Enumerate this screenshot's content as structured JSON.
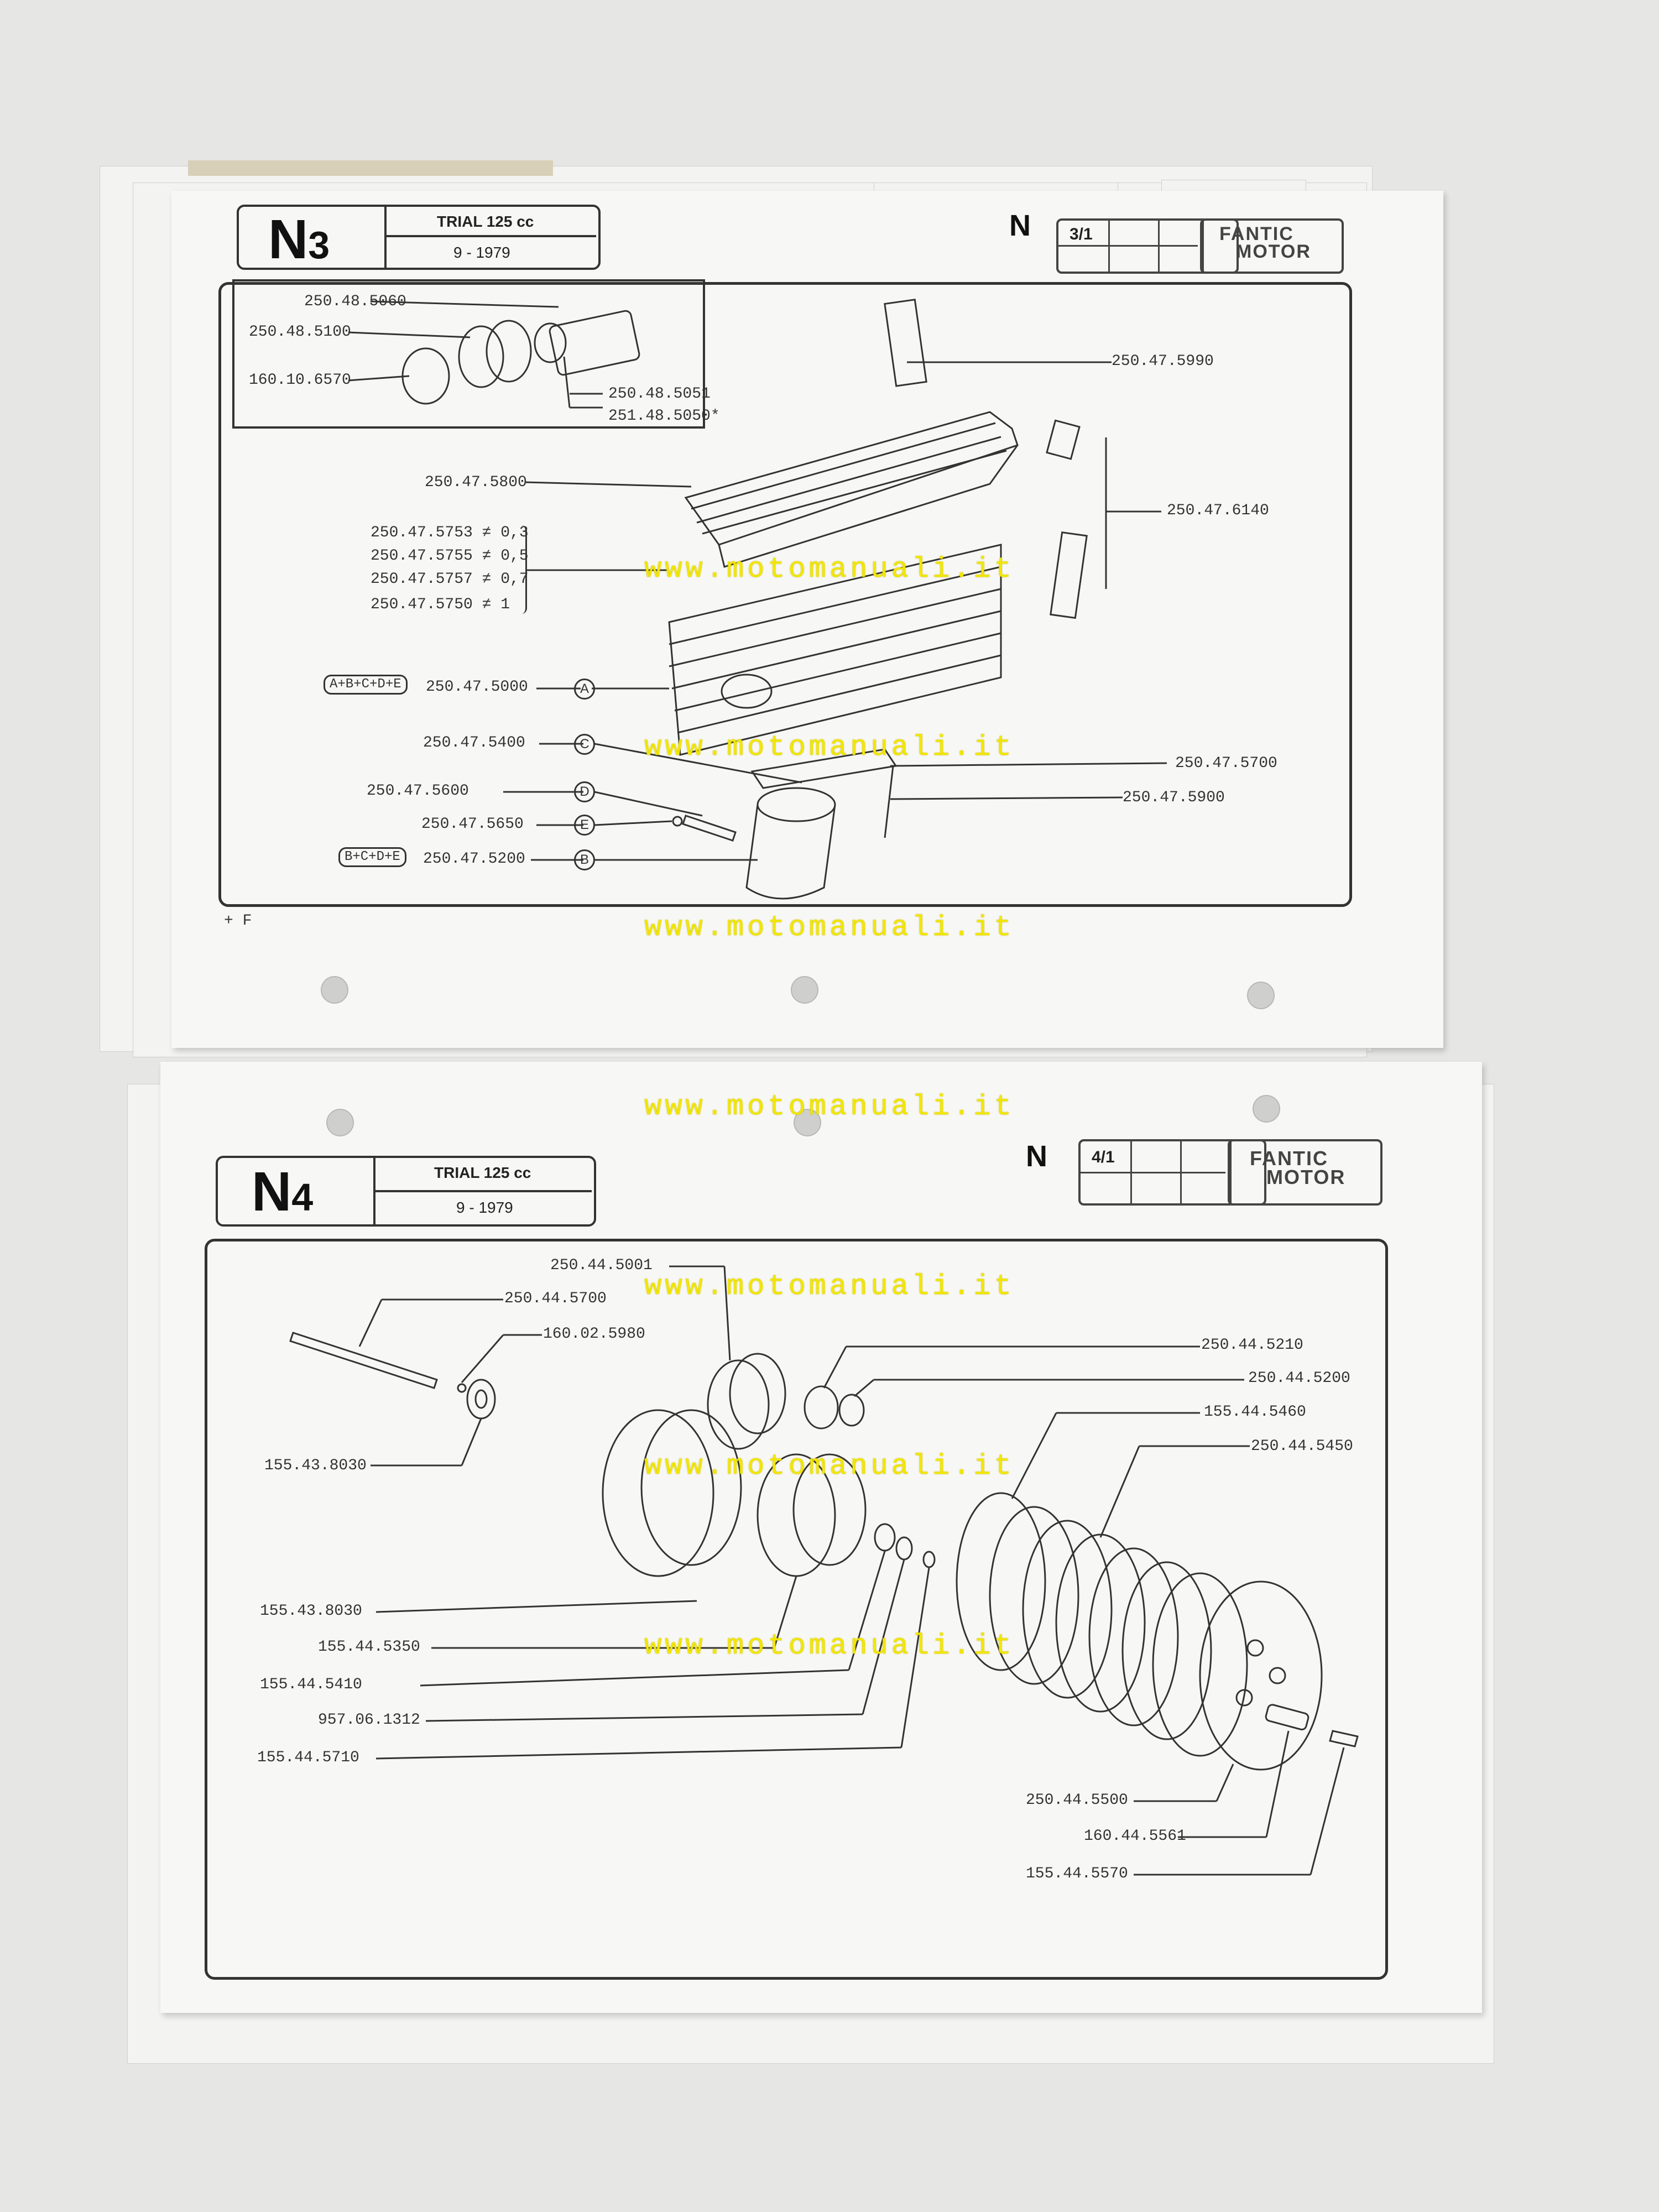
{
  "watermark": "www.motomanuali.it",
  "page_n3": {
    "code_letter": "N",
    "code_number": "3",
    "model": "TRIAL 125 cc",
    "date": "9 - 1979",
    "section_letter": "N",
    "table_first_cell": "3/1",
    "brand_top": "FANTIC",
    "brand_bottom": "MOTOR",
    "footer_mark": "+ F",
    "inset_labels": [
      "250.48.5060",
      "250.48.5100",
      "160.10.6570",
      "250.48.5051",
      "251.48.5050*"
    ],
    "labels": {
      "p5990": "250.47.5990",
      "p5800": "250.47.5800",
      "p6140": "250.47.6140",
      "p5753": "250.47.5753 ≠ 0,3",
      "p5755": "250.47.5755 ≠ 0,5",
      "p5757": "250.47.5757 ≠ 0,7",
      "p5750": "250.47.5750 ≠ 1",
      "p5000": "250.47.5000",
      "p5400": "250.47.5400",
      "p5600": "250.47.5600",
      "p5650": "250.47.5650",
      "p5200": "250.47.5200",
      "p5700": "250.47.5700",
      "p5900": "250.47.5900"
    },
    "group_a": "A+B+C+D+E",
    "group_b": "B+C+D+E",
    "circles": [
      "A",
      "C",
      "D",
      "E",
      "B"
    ]
  },
  "page_n4": {
    "code_letter": "N",
    "code_number": "4",
    "model": "TRIAL 125 cc",
    "date": "9 - 1979",
    "section_letter": "N",
    "table_first_cell": "4/1",
    "brand_top": "FANTIC",
    "brand_bottom": "MOTOR",
    "labels": {
      "p5001": "250.44.5001",
      "p5700": "250.44.5700",
      "p5980": "160.02.5980",
      "p8030a": "155.43.8030",
      "p5210": "250.44.5210",
      "p5200": "250.44.5200",
      "p5460": "155.44.5460",
      "p5450": "250.44.5450",
      "p8030b": "155.43.8030",
      "p5350": "155.44.5350",
      "p5410": "155.44.5410",
      "p1312": "957.06.1312",
      "p5710": "155.44.5710",
      "p5500": "250.44.5500",
      "p5561": "160.44.5561",
      "p5570": "155.44.5570"
    }
  }
}
